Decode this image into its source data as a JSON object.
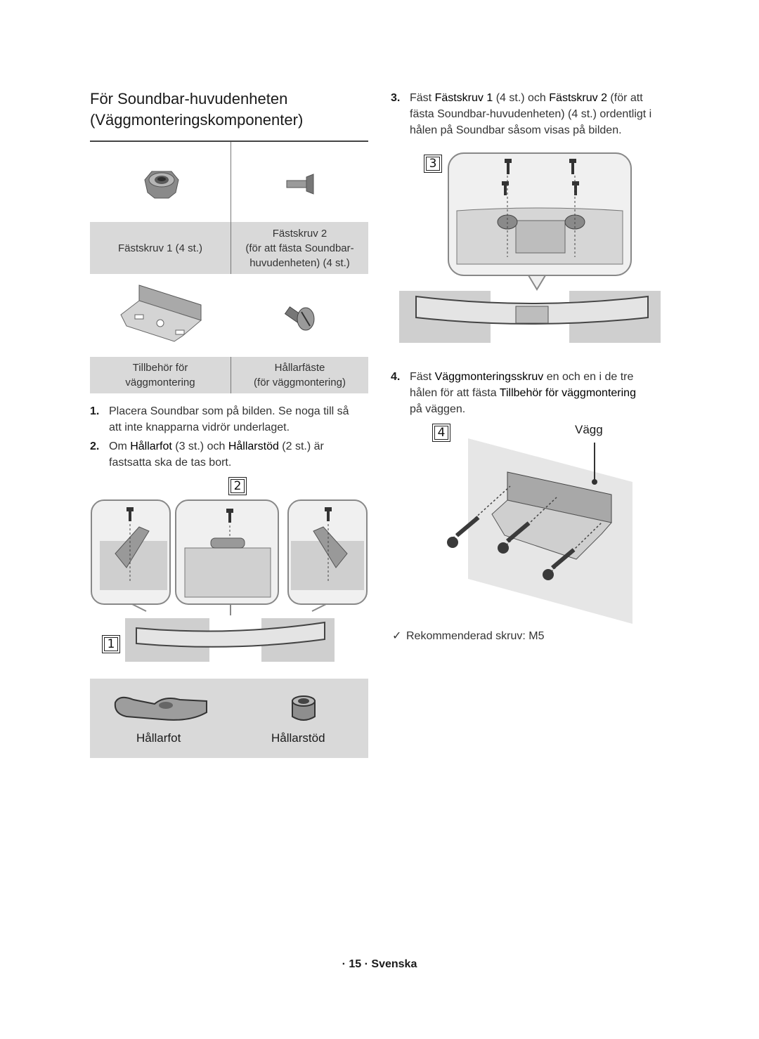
{
  "heading": {
    "line1": "För Soundbar-huvudenheten",
    "line2": "(Väggmonteringskomponenter)"
  },
  "parts_table": {
    "row1": {
      "left_label": "Fästskruv 1 (4 st.)",
      "right_label_line1": "Fästskruv 2",
      "right_label_line2": "(för att fästa Soundbar-",
      "right_label_line3": "huvudenheten) (4 st.)"
    },
    "row2": {
      "left_label_line1": "Tillbehör för",
      "left_label_line2": "väggmontering",
      "right_label_line1": "Hållarfäste",
      "right_label_line2": "(för väggmontering)"
    }
  },
  "steps": {
    "step1": {
      "num": "1.",
      "text_a": "Placera Soundbar som på bilden. Se noga till så",
      "text_b": "att inte knapparna vidrör underlaget."
    },
    "step2": {
      "num": "2.",
      "pre": "Om ",
      "b1": "Hållarfot",
      "mid1": " (3 st.) och ",
      "b2": "Hållarstöd",
      "mid2": " (2 st.) är",
      "text_b": "fastsatta ska de tas bort."
    },
    "step3": {
      "num": "3.",
      "pre": "Fäst ",
      "b1": "Fästskruv 1",
      "mid1": " (4 st.) och ",
      "b2": "Fästskruv 2",
      "mid2": " (för att",
      "text_b": "fästa Soundbar-huvudenheten) (4 st.) ordentligt i",
      "text_c": "hålen på Soundbar såsom visas på bilden."
    },
    "step4": {
      "num": "4.",
      "pre": "Fäst ",
      "b1": "Väggmonteringsskruv",
      "mid1": " en och en i de tre",
      "text_b_pre": "hålen för att fästa ",
      "b2": "Tillbehör för väggmontering",
      "text_c": "på väggen."
    }
  },
  "figure_badges": {
    "fig1": "1",
    "fig2": "2",
    "fig3": "3",
    "fig4": "4"
  },
  "accessories": {
    "left": "Hållarfot",
    "right": "Hållarstöd"
  },
  "wall_label": "Vägg",
  "note": {
    "icon": "checkmark-icon",
    "text": "Rekommenderad skruv: M5"
  },
  "footer": "· 15 · Svenska",
  "colors": {
    "panel_gray": "#d9d9d9",
    "text": "#1a1a1a",
    "rule": "#444444"
  }
}
